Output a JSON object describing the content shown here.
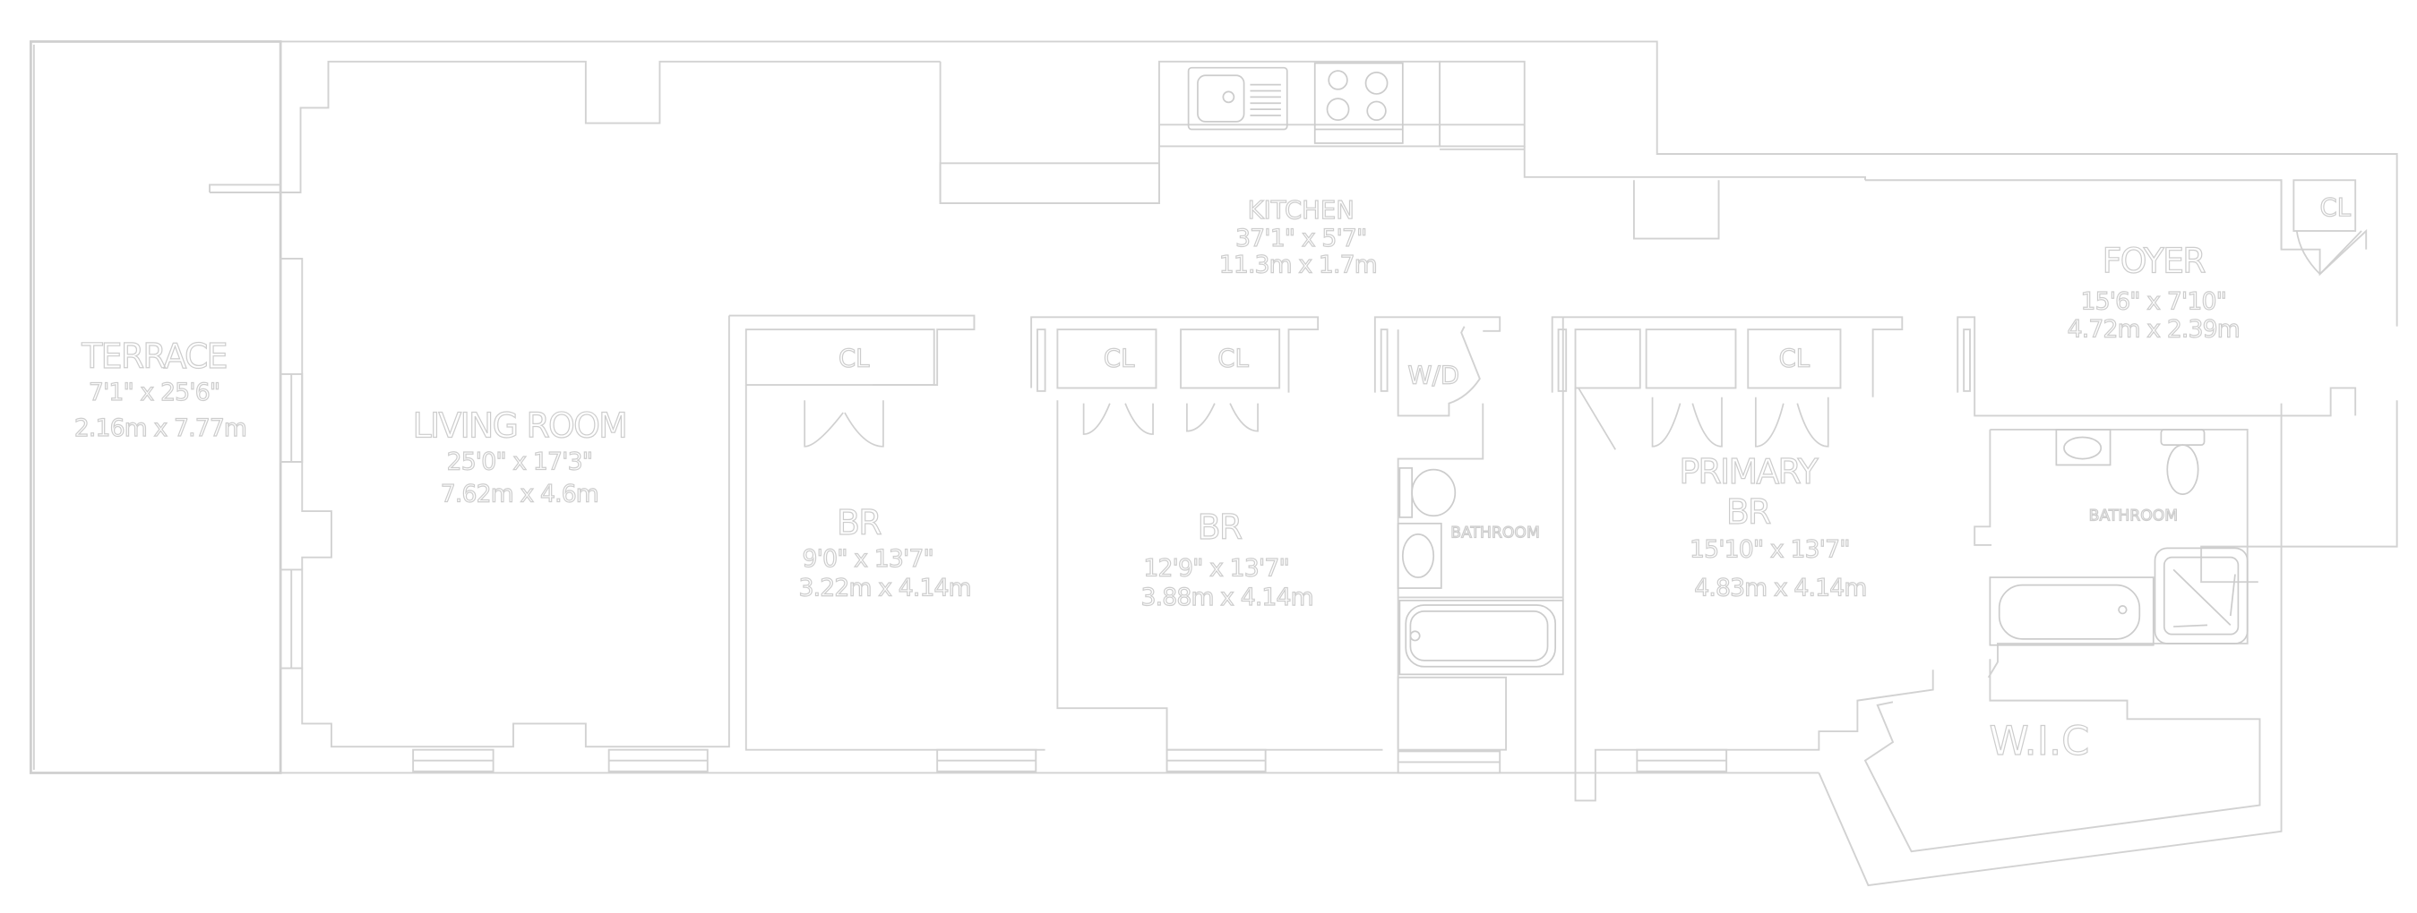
{
  "floorplan": {
    "colors": {
      "background": "#ffffff",
      "line": "#d2d2d2",
      "label_outline": "#cdcdcd"
    },
    "rooms": {
      "terrace": {
        "name": "TERRACE",
        "dim_imperial": "7'1\" x 25'6\"",
        "dim_metric": "2.16m x 7.77m"
      },
      "living_room": {
        "name": "LIVING ROOM",
        "dim_imperial": "25'0\" x 17'3\"",
        "dim_metric": "7.62m x 4.6m"
      },
      "kitchen": {
        "name": "KITCHEN",
        "dim_imperial": "37'1\" x 5'7\"",
        "dim_metric": "11.3m x 1.7m"
      },
      "bedroom_1": {
        "name": "BR",
        "dim_imperial": "9'0\" x 13'7\"",
        "dim_metric": "3.22m x 4.14m"
      },
      "bedroom_2": {
        "name": "BR",
        "dim_imperial": "12'9\" x 13'7\"",
        "dim_metric": "3.88m x 4.14m"
      },
      "primary_br": {
        "name_line1": "PRIMARY",
        "name_line2": "BR",
        "dim_imperial": "15'10\" x 13'7\"",
        "dim_metric": "4.83m x 4.14m"
      },
      "foyer": {
        "name": "FOYER",
        "dim_imperial": "15'6\" x 7'10\"",
        "dim_metric": "4.72m x 2.39m"
      },
      "bathroom_1": {
        "name": "BATHROOM"
      },
      "bathroom_2": {
        "name": "BATHROOM"
      },
      "wic": {
        "name": "W.I.C"
      },
      "laundry": {
        "name": "W/D"
      }
    },
    "closets": {
      "br1": "CL",
      "br2_a": "CL",
      "br2_b": "CL",
      "primary": "CL",
      "foyer": "CL"
    },
    "fixtures": [
      "kitchen-sink",
      "cooktop",
      "toilet",
      "bathroom-sink",
      "bathtub",
      "shower"
    ]
  }
}
